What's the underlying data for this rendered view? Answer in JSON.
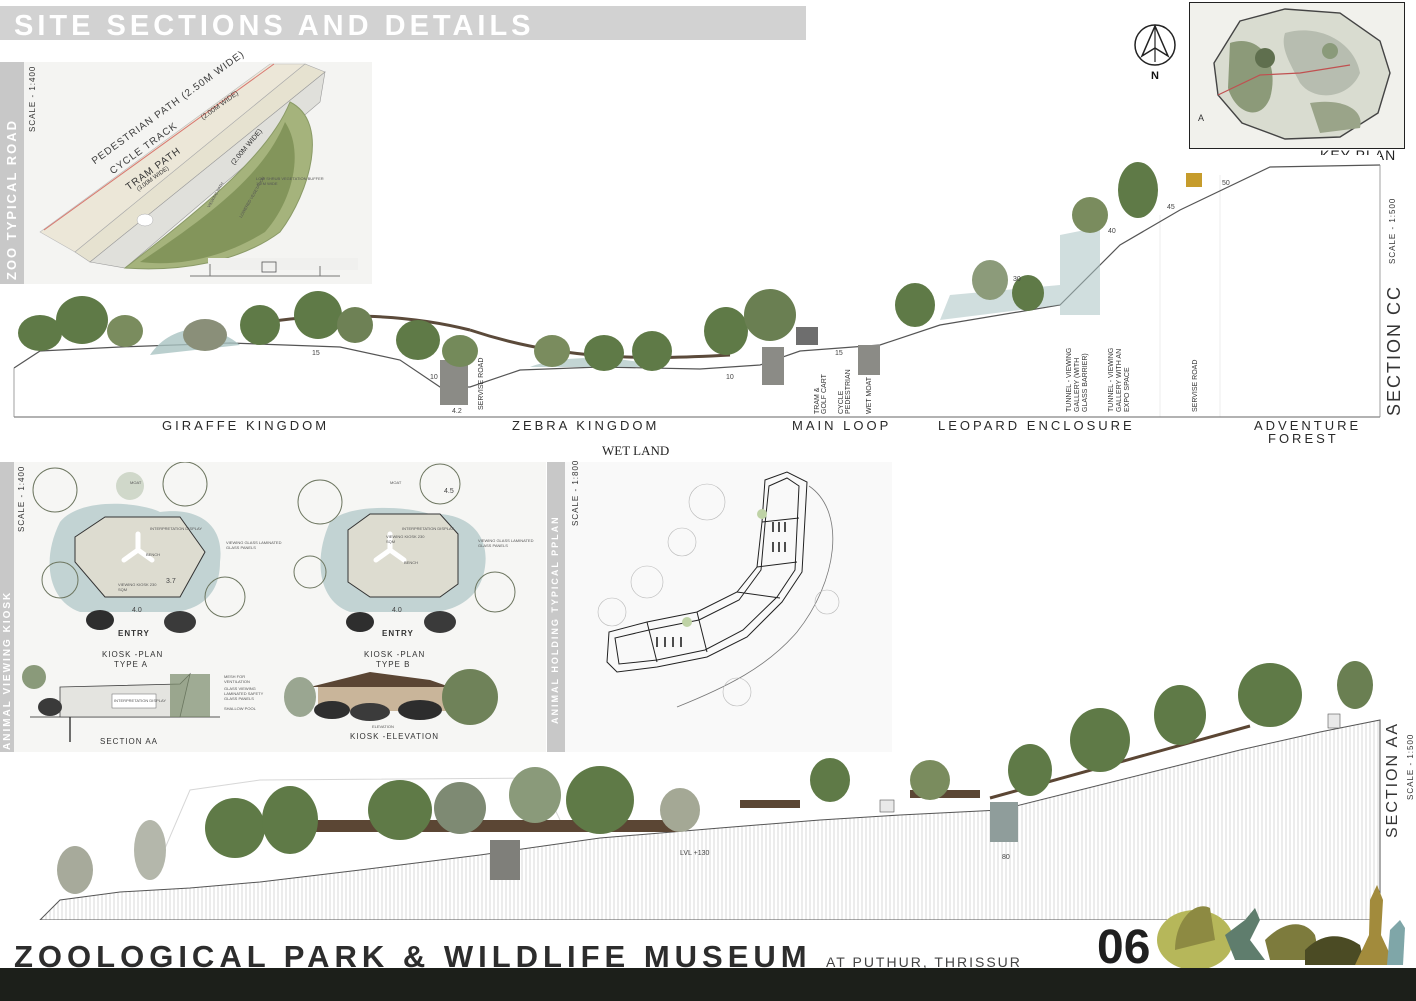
{
  "header": {
    "title": "SITE SECTIONS AND DETAILS",
    "north_label": "N",
    "key_plan_label": "KEY PLAN"
  },
  "road": {
    "title": "ZOO TYPICAL ROAD",
    "scale": "SCALE - 1:400",
    "pedestrian": "PEDESTRIAN PATH (2.50M WIDE)",
    "cycle": "CYCLE TRACK",
    "cycle_width": "(2.00M WIDE)",
    "tram": "TRAM PATH",
    "tram_width": "(3.00M WIDE)",
    "inner_width": "(2.00M WIDE)",
    "shrub": "LOW SHRUB VEGETATION BUFFER 1.5 M WIDE",
    "viewing_path": "VIEWING PATH",
    "wet_moat": "LOWERED VEGETATION"
  },
  "section_cc": {
    "title": "SECTION CC",
    "scale": "SCALE - 1:500",
    "zones": {
      "giraffe": "GIRAFFE KINGDOM",
      "zebra": "ZEBRA KINGDOM",
      "main_loop": "MAIN LOOP",
      "leopard": "LEOPARD ENCLOSURE",
      "adventure_1": "ADVENTURE",
      "adventure_2": "FOREST"
    },
    "wetland": "WET LAND",
    "vertical_labels": {
      "servise_1": "SERVISE ROAD",
      "tram": "TRAM & GOLF CART",
      "cycle": "CYCLE PEDESTRIAN",
      "wet_moat": "WET MOAT",
      "tunnel_1": "TUNNEL - VIEWING GALLERY (WITH GLASS BARRIER)",
      "tunnel_2": "TUNNEL - VIEWING GALLERY WITH AN EXPO SPACE",
      "servise_2": "SERVISE ROAD"
    },
    "levels": {
      "l15a": "15",
      "l10a": "10",
      "l42": "4.2",
      "l10b": "10",
      "l15b": "15",
      "l30": "30",
      "l40": "40",
      "l45": "45",
      "l50": "50"
    }
  },
  "kiosk": {
    "title": "ANIMAL VIEWING KIOSK",
    "scale": "SCALE - 1:400",
    "moat": "MOAT",
    "interp": "INTERPRETATION DISPLAY",
    "bench": "BENCH",
    "viewing_glass": "VIEWING GLASS LAMINATED GLASS PANELS",
    "kiosk_area_a": "VIEWING KIOSK 230 SQM",
    "kiosk_area_b": "VIEWING KIOSK 230 SQM",
    "dim_40": "4.0",
    "dim_37": "3.7",
    "dim_45": "4.5",
    "entry": "ENTRY",
    "plan_a_1": "KIOSK -PLAN",
    "plan_a_2": "TYPE A",
    "plan_b_1": "KIOSK -PLAN",
    "plan_b_2": "TYPE B",
    "section_aa": "SECTION AA",
    "elevation_small": "ELEVATION",
    "elevation": "KIOSK -ELEVATION",
    "mesh": "MESH FOR VENTILATION",
    "glass_note": "GLASS VIEWING LAMINATED SAFETY GLASS PANELS",
    "pool": "SHALLOW POOL",
    "interp_display": "INTERPRETATION DISPLAY"
  },
  "holding": {
    "title": "ANIMAL HOLDING TYPICAL PPLAN",
    "scale": "SCALE - 1:800"
  },
  "section_aa": {
    "title": "SECTION AA",
    "scale": "SCALE - 1:500",
    "lvl": "LVL +130",
    "l80": "80"
  },
  "footer": {
    "title": "ZOOLOGICAL PARK & WILDLIFE MUSEUM",
    "subtitle": "AT PUTHUR, THRISSUR",
    "sheet": "06"
  },
  "colors": {
    "footer_band": "#1c1f1a",
    "title_bar": "#d2d2d2",
    "vegetation": "#5f7a47",
    "water": "#a9c3c2",
    "animal_olive": "#9e9a54"
  }
}
